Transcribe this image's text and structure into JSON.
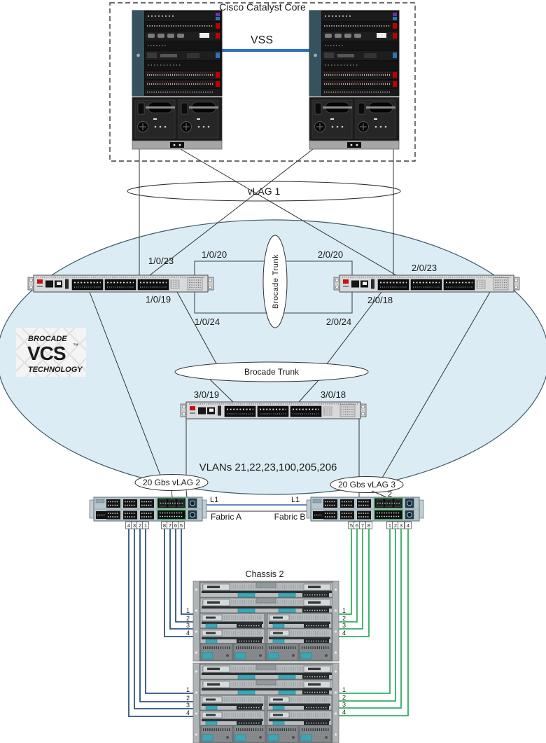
{
  "core": {
    "title": "Cisco Catalyst Core",
    "vss": "VSS"
  },
  "vlag1": "vLAG 1",
  "vcs": {
    "ports": {
      "p1023": "1/0/23",
      "p1020": "1/0/20",
      "p2020": "2/0/20",
      "p2023": "2/0/23",
      "p1019": "1/0/19",
      "p2018": "2/0/18",
      "p1024": "1/0/24",
      "p2024": "2/0/24",
      "p3019": "3/0/19",
      "p3018": "3/0/18"
    },
    "trunk_vertical": "Brocade Trunk",
    "trunk_horizontal": "Brocade Trunk",
    "vlans": "VLANs 21,22,23,100,205,206",
    "logo": {
      "line1": "BROCADE",
      "line2": "VCS",
      "tm": "™",
      "line3": "TECHNOLOGY"
    }
  },
  "vlag2": "20 Gbs vLAG 2",
  "vlag3": "20 Gbs vLAG 3",
  "port2": "2",
  "fabric_a": {
    "l1": "L1",
    "name": "Fabric A",
    "ports_left": [
      "4",
      "3",
      "2",
      "1"
    ],
    "ports_right": [
      "8",
      "7",
      "6",
      "5"
    ]
  },
  "fabric_b": {
    "l1": "L1",
    "name": "Fabric B",
    "ports_left": [
      "5",
      "6",
      "7",
      "8"
    ],
    "ports_right": [
      "1",
      "2",
      "3",
      "4"
    ]
  },
  "chassis2_label": "Chassis 2",
  "blades": {
    "c1_left": [
      "1",
      "2",
      "3",
      "4"
    ],
    "c1_right": [
      "1",
      "2",
      "3",
      "4"
    ],
    "c2_left": [
      "1",
      "2",
      "3",
      "4"
    ],
    "c2_right": [
      "1",
      "2",
      "3",
      "4"
    ]
  },
  "colors": {
    "fabric_fill": "#dcecf4",
    "blue_cable": "#2d5380",
    "green_cable": "#2fae62",
    "vss_link": "#2f6fc0",
    "isl_blue": "#4f7ab3",
    "isl_gray": "#8a8a8a",
    "logo_red": "#e0231d"
  }
}
